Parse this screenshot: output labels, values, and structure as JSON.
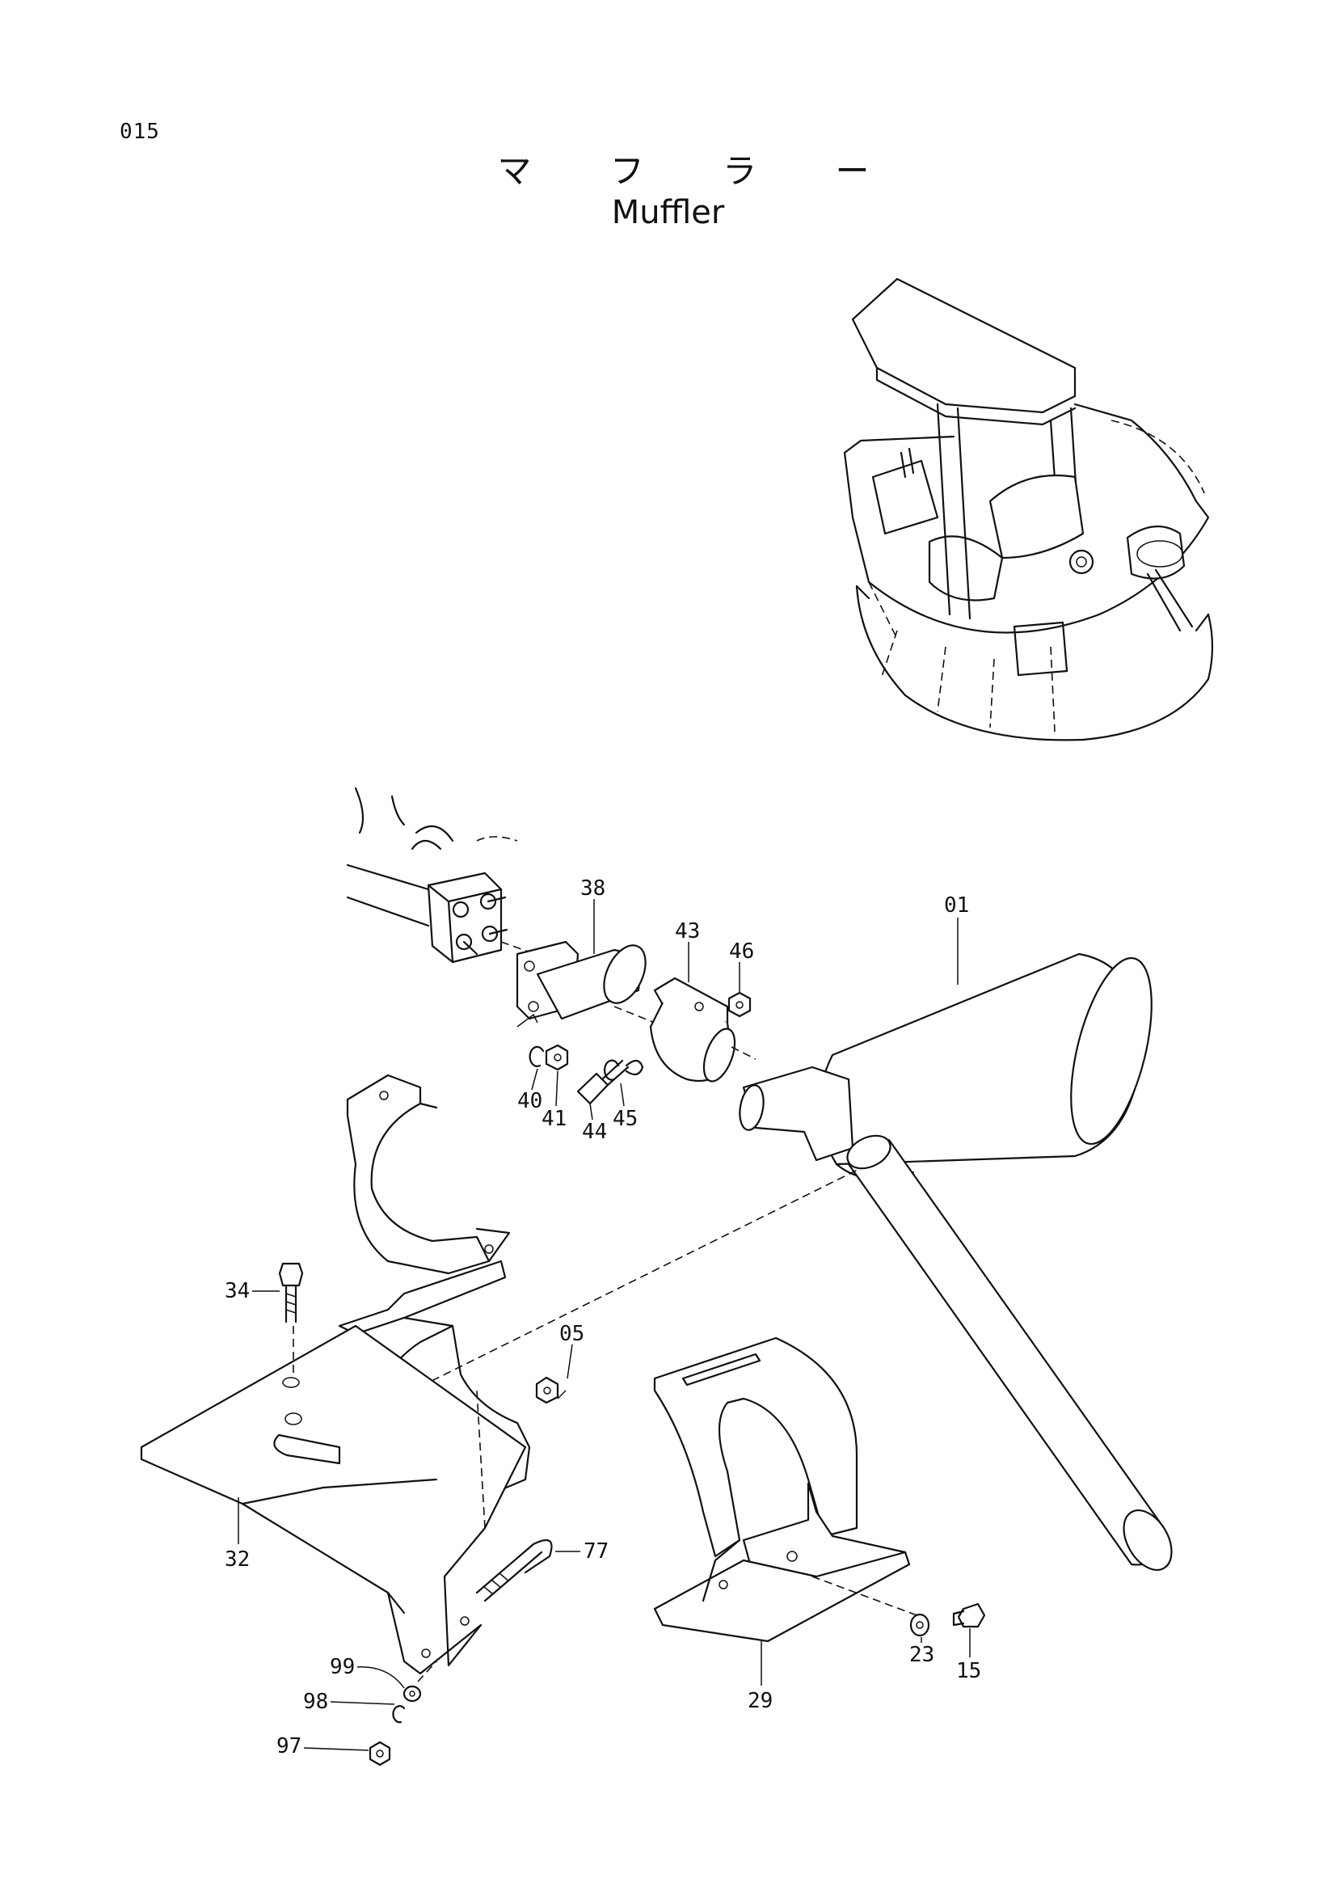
{
  "page": {
    "number": "015"
  },
  "title": {
    "japanese": "マ フ ラ ー",
    "english": "Muffler"
  },
  "callouts": [
    {
      "id": "01",
      "label": "01"
    },
    {
      "id": "05",
      "label": "05"
    },
    {
      "id": "15",
      "label": "15"
    },
    {
      "id": "23",
      "label": "23"
    },
    {
      "id": "29",
      "label": "29"
    },
    {
      "id": "32",
      "label": "32"
    },
    {
      "id": "34",
      "label": "34"
    },
    {
      "id": "38",
      "label": "38"
    },
    {
      "id": "40",
      "label": "40"
    },
    {
      "id": "41",
      "label": "41"
    },
    {
      "id": "43",
      "label": "43"
    },
    {
      "id": "44",
      "label": "44"
    },
    {
      "id": "45",
      "label": "45"
    },
    {
      "id": "46",
      "label": "46"
    },
    {
      "id": "77",
      "label": "77"
    },
    {
      "id": "97",
      "label": "97"
    },
    {
      "id": "98",
      "label": "98"
    },
    {
      "id": "99",
      "label": "99"
    }
  ]
}
